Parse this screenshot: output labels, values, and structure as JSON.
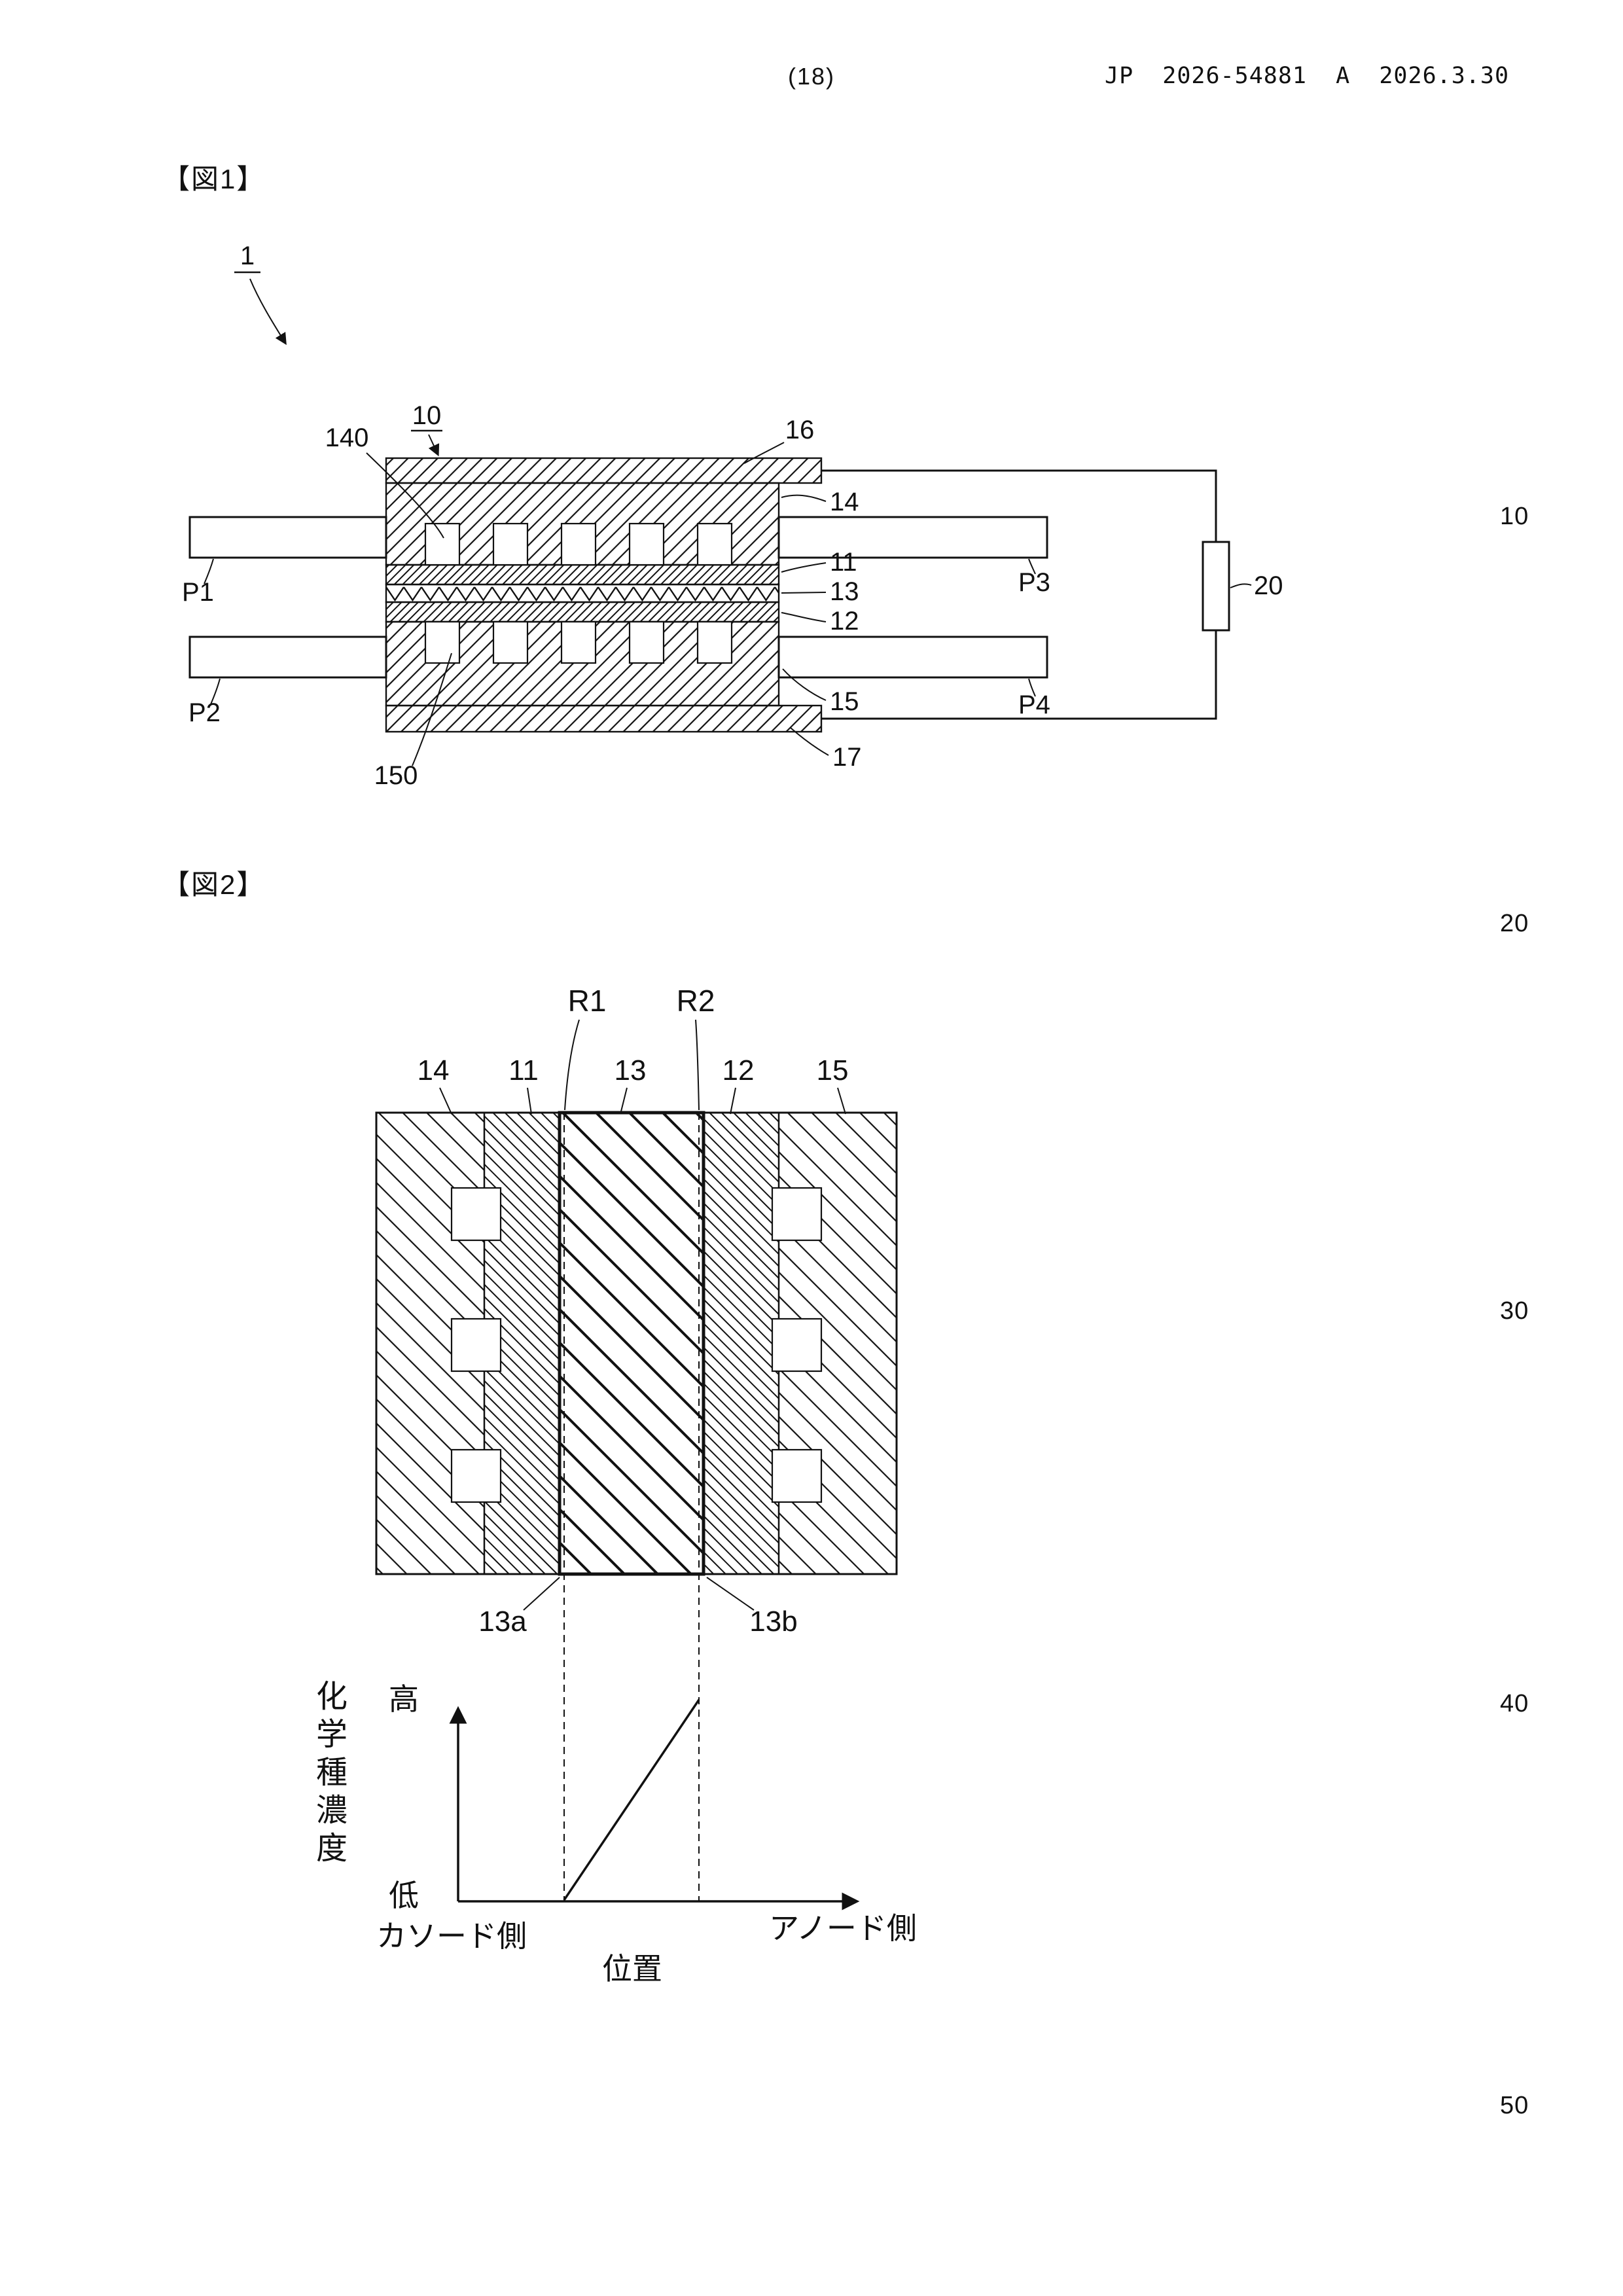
{
  "page": {
    "header": {
      "page_number": "(18)",
      "publication": "JP  2026-54881  A  2026.3.30"
    },
    "margin_line_numbers": [
      "10",
      "20",
      "30",
      "40",
      "50"
    ]
  },
  "figure1": {
    "caption": "【図1】",
    "reference_labels": {
      "assembly": "1",
      "cell": "10",
      "upper_channel": "140",
      "top_plate": "16",
      "layer14": "14",
      "layer11": "11",
      "layer13": "13",
      "layer12": "12",
      "layer15": "15",
      "bottom_plate": "17",
      "lower_channel": "150",
      "p1": "P1",
      "p2": "P2",
      "p3": "P3",
      "p4": "P4",
      "load": "20"
    }
  },
  "figure2": {
    "caption": "【図2】",
    "region_labels": {
      "r1": "R1",
      "r2": "R2"
    },
    "layer_labels": {
      "l14": "14",
      "l11": "11",
      "l13": "13",
      "l12": "12",
      "l15": "15"
    },
    "boundary_labels": {
      "a": "13a",
      "b": "13b"
    },
    "graph": {
      "y_axis_label": "化学種濃度",
      "y_high": "高",
      "y_low": "低",
      "x_left": "カソード側",
      "x_right": "アノード側",
      "x_axis_label": "位置",
      "profile_description": "low and flat from cathode side to 13a, rising linearly to high at 13b"
    }
  }
}
